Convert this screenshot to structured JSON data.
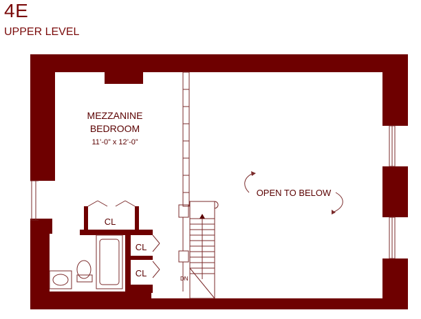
{
  "unit": {
    "name": "4E",
    "level": "UPPER LEVEL"
  },
  "colors": {
    "wall": "#6e0000",
    "text": "#5a0000",
    "line": "#7a2a2a"
  },
  "rooms": [
    {
      "id": "mezzanine-bedroom",
      "name_line1": "MEZZANINE",
      "name_line2": "BEDROOM",
      "dimensions": "11’-0” x 12’-0”"
    },
    {
      "id": "open-to-below",
      "name": "OPEN TO BELOW"
    }
  ],
  "closets": [
    "CL",
    "CL",
    "CL"
  ],
  "stair": {
    "direction_label": "DN"
  },
  "icons": [
    "door-swing-icon",
    "stair-arrow-icon",
    "circulation-arrow-icon",
    "toilet-icon",
    "sink-icon",
    "bathtub-icon"
  ]
}
